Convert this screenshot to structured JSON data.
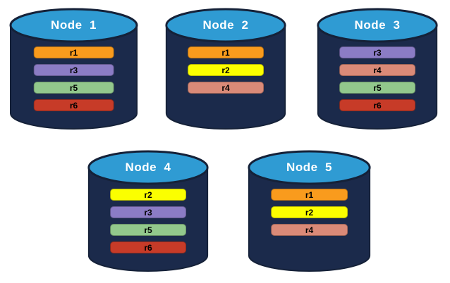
{
  "colors": {
    "page_bg": "#FFFFFF",
    "cylinder_body": "#1B2A4B",
    "cylinder_rim": "#152138",
    "cylinder_top": "#2F9BD3",
    "title_text": "#FFFFFF",
    "bar_text": "#000000"
  },
  "replica_colors": {
    "r1": "#F99B1D",
    "r2": "#FBFF00",
    "r3": "#8B7CC5",
    "r4": "#DA8A78",
    "r5": "#92C88C",
    "r6": "#C73B28"
  },
  "nodes": [
    {
      "title": "Node  1",
      "replicas": [
        "r1",
        "r3",
        "r5",
        "r6"
      ]
    },
    {
      "title": "Node  2",
      "replicas": [
        "r1",
        "r2",
        "r4"
      ]
    },
    {
      "title": "Node  3",
      "replicas": [
        "r3",
        "r4",
        "r5",
        "r6"
      ]
    },
    {
      "title": "Node  4",
      "replicas": [
        "r2",
        "r3",
        "r5",
        "r6"
      ]
    },
    {
      "title": "Node  5",
      "replicas": [
        "r1",
        "r2",
        "r4"
      ]
    }
  ]
}
